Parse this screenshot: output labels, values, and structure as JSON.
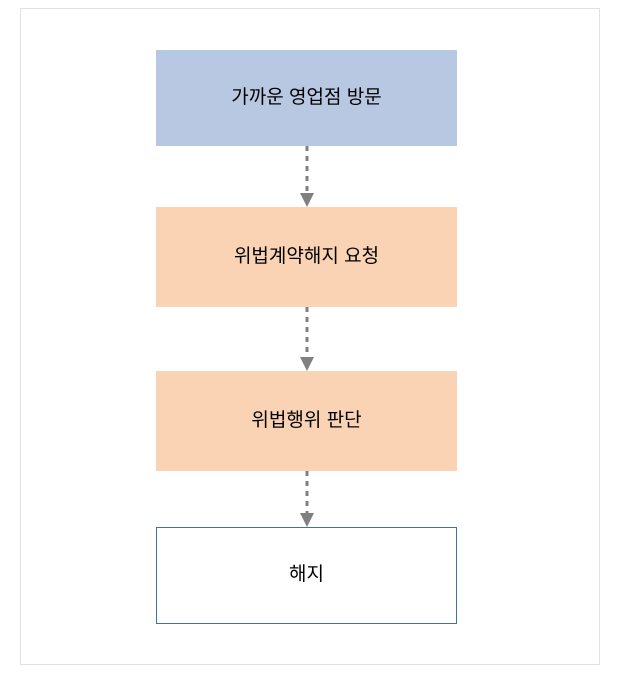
{
  "diagram": {
    "title": "",
    "background_color": "#ffffff",
    "frame_border_color": "#e2e2e2",
    "connector_color": "#808080",
    "connector_style": "dashed",
    "nodes": [
      {
        "id": "visit-branch",
        "label": "가까운 영업점 방문",
        "shape": "rectangle",
        "fill": "#b8c8e3",
        "border": "none",
        "text_color": "#000000",
        "order": 1
      },
      {
        "id": "request-termination",
        "label": "위법계약해지 요청",
        "shape": "rectangle",
        "fill": "#fad3b4",
        "border": "none",
        "text_color": "#000000",
        "order": 2
      },
      {
        "id": "judge-illegality",
        "label": "위법행위 판단",
        "shape": "rectangle",
        "fill": "#fad3b4",
        "border": "none",
        "text_color": "#000000",
        "order": 3
      },
      {
        "id": "termination",
        "label": "해지",
        "shape": "rectangle",
        "fill": "#ffffff",
        "border": "#41719c",
        "text_color": "#000000",
        "order": 4
      }
    ],
    "connectors": [
      {
        "id": "arrow-1",
        "from": "visit-branch",
        "to": "request-termination",
        "style": "dashed",
        "arrowhead": "solid-triangle",
        "color": "#808080"
      },
      {
        "id": "arrow-2",
        "from": "request-termination",
        "to": "judge-illegality",
        "style": "dashed",
        "arrowhead": "solid-triangle",
        "color": "#808080"
      },
      {
        "id": "arrow-3",
        "from": "judge-illegality",
        "to": "termination",
        "style": "dashed",
        "arrowhead": "solid-triangle",
        "color": "#808080"
      }
    ]
  }
}
